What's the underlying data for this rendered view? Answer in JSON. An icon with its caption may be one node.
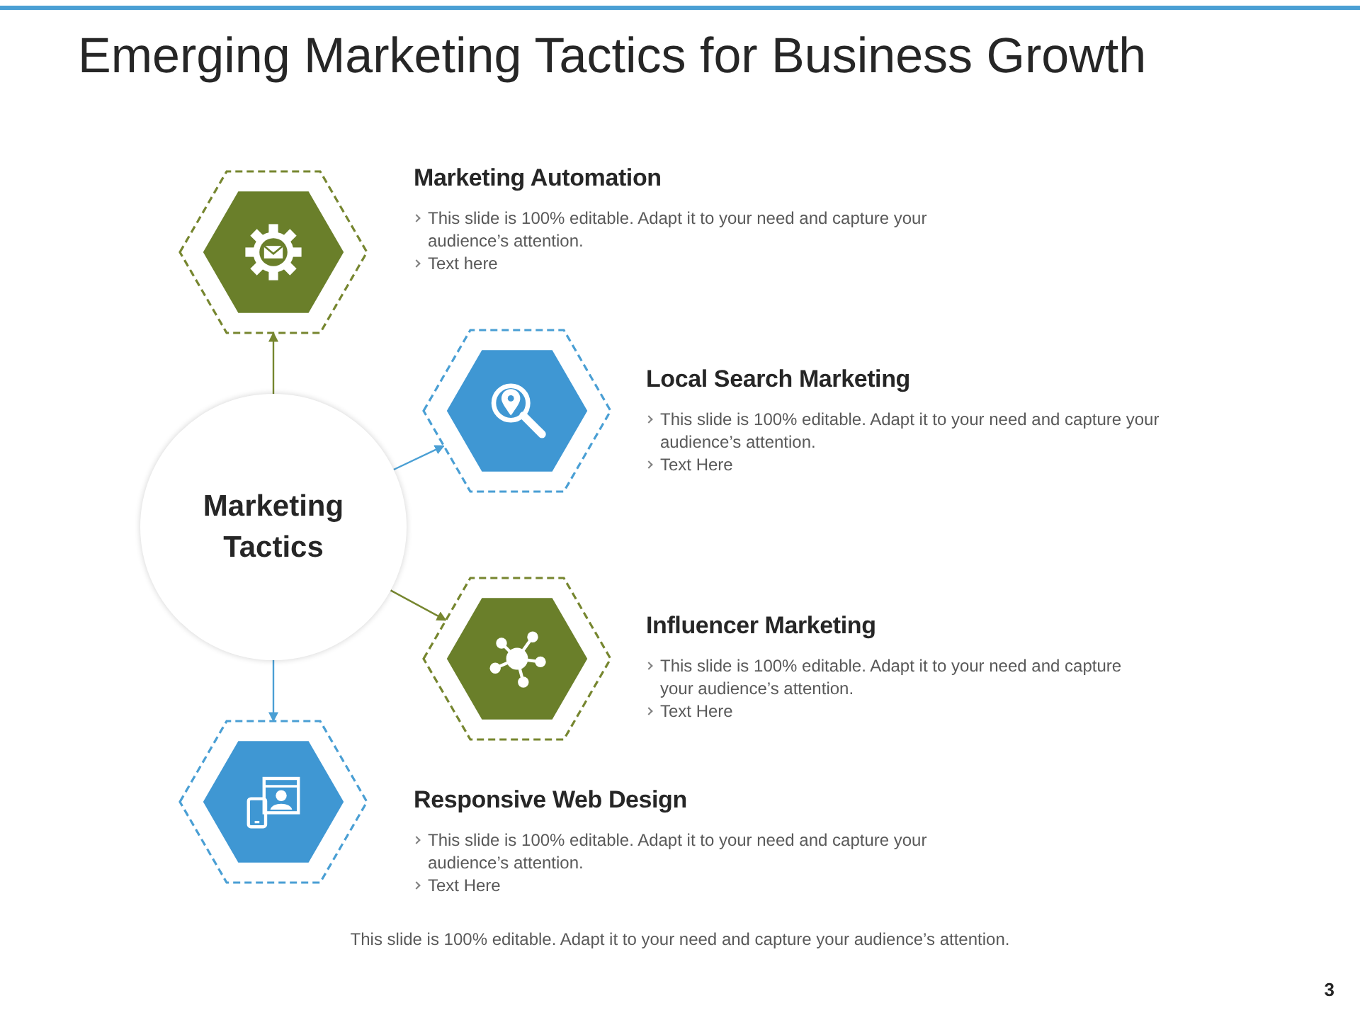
{
  "diagram": {
    "title": "Emerging Marketing Tactics for Business Growth",
    "nodes": [
      {
        "text": [],
        "shape": "hexagon",
        "beside": [
          "Marketing Automation",
          "This slide is 100% editable. Adapt it to your need and capture your audience’s attention.",
          "Text here"
        ]
      },
      {
        "text": [],
        "shape": "hexagon",
        "beside": [
          "Local Search Marketing",
          "This slide is 100% editable. Adapt it to your need and capture your audience’s attention.",
          "Text Here"
        ]
      },
      {
        "text": [
          "Marketing Tactics"
        ]
      },
      {
        "text": [],
        "shape": "hexagon",
        "beside": [
          "Influencer Marketing",
          "This slide is 100% editable. Adapt it to your need and capture your audience’s attention.",
          "Text Here"
        ]
      },
      {
        "text": [],
        "shape": "hexagon",
        "beside": [
          "Responsive Web Design",
          "This slide is 100% editable. Adapt it to your need and capture your audience’s attention.",
          "Text Here"
        ]
      }
    ],
    "edges": [
      {
        "from": 2,
        "to": 0,
        "arrow": "to",
        "color": "#76862f"
      },
      {
        "from": 2,
        "to": 1,
        "arrow": "to",
        "color": "#4a9fd4"
      },
      {
        "from": 2,
        "to": 3,
        "arrow": "to",
        "color": "#76862f"
      },
      {
        "from": 2,
        "to": 4,
        "arrow": "to",
        "color": "#4a9fd4"
      }
    ],
    "labels": [
      "This slide is 100% editable. Adapt it to your need and capture your audience’s attention.",
      "3"
    ]
  }
}
